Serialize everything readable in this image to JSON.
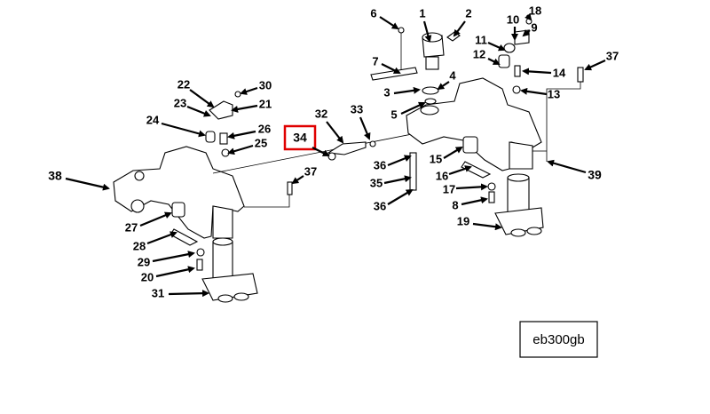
{
  "diagram": {
    "reference_code": "eb300gb",
    "highlighted_callout": "34",
    "highlight_color": "#e00000",
    "callouts": [
      "1",
      "2",
      "3",
      "4",
      "5",
      "6",
      "7",
      "8",
      "9",
      "10",
      "11",
      "12",
      "13",
      "14",
      "15",
      "16",
      "17",
      "18",
      "19",
      "20",
      "21",
      "22",
      "23",
      "24",
      "25",
      "26",
      "27",
      "28",
      "29",
      "30",
      "31",
      "32",
      "33",
      "34",
      "35",
      "36",
      "36",
      "37",
      "37",
      "38",
      "39"
    ]
  }
}
